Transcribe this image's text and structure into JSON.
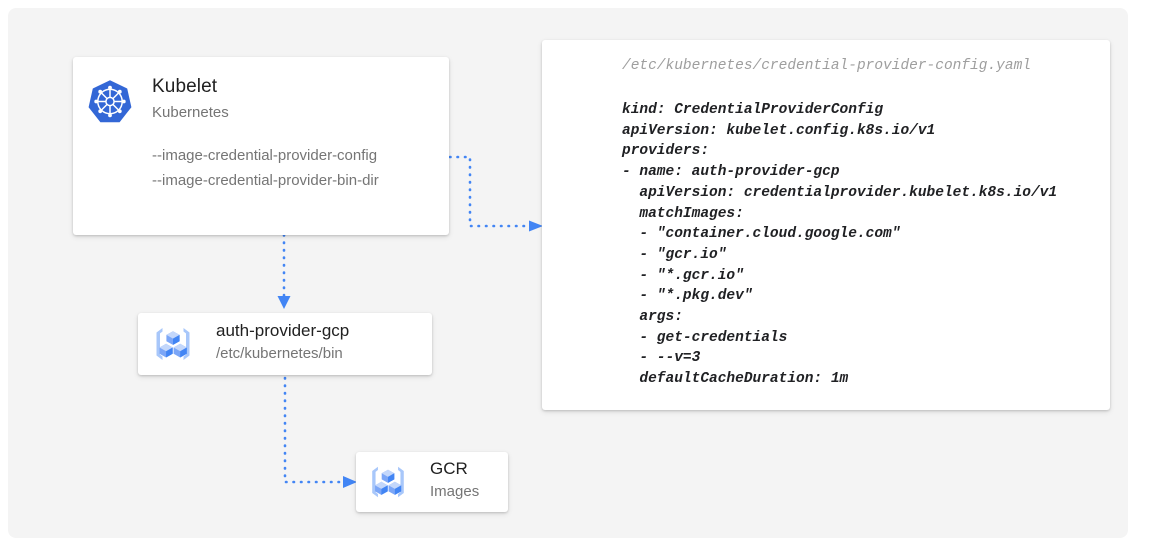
{
  "canvas": {
    "background_color": "#f4f4f4",
    "page_background_color": "#ffffff",
    "accent_color": "#4285f4"
  },
  "nodes": {
    "kubelet": {
      "icon": "kubernetes-logo-icon",
      "title": "Kubelet",
      "subtitle": "Kubernetes",
      "flags": [
        "--image-credential-provider-config",
        "--image-credential-provider-bin-dir"
      ]
    },
    "auth_provider": {
      "icon": "gcp-container-registry-icon",
      "title": "auth-provider-gcp",
      "subtitle": "/etc/kubernetes/bin"
    },
    "gcr": {
      "icon": "gcp-container-registry-icon",
      "title": "GCR",
      "subtitle": "Images"
    }
  },
  "yaml_panel": {
    "path": "/etc/kubernetes/credential-provider-config.yaml",
    "content": "kind: CredentialProviderConfig\napiVersion: kubelet.config.k8s.io/v1\nproviders:\n- name: auth-provider-gcp\n  apiVersion: credentialprovider.kubelet.k8s.io/v1\n  matchImages:\n  - \"container.cloud.google.com\"\n  - \"gcr.io\"\n  - \"*.gcr.io\"\n  - \"*.pkg.dev\"\n  args:\n  - get-credentials\n  - --v=3\n  defaultCacheDuration: 1m"
  },
  "connectors": [
    {
      "name": "kubelet-to-config-file",
      "style": "dotted",
      "color": "#4285f4",
      "arrowhead": "right"
    },
    {
      "name": "kubelet-to-auth-provider",
      "style": "dotted",
      "color": "#4285f4",
      "arrowhead": "down"
    },
    {
      "name": "auth-provider-to-gcr",
      "style": "dotted",
      "color": "#4285f4",
      "arrowhead": "right"
    }
  ]
}
